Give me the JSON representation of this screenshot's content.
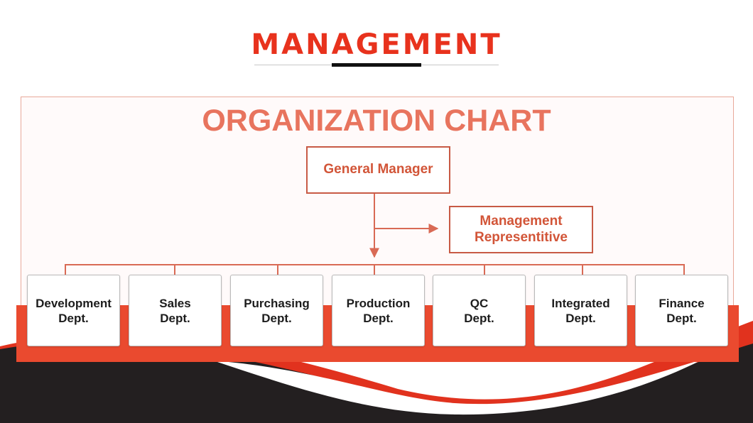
{
  "header": {
    "title": "MANAGEMENT"
  },
  "org_chart": {
    "title": "ORGANIZATION CHART",
    "general_manager": "General Manager",
    "management_rep": {
      "line1": "Management",
      "line2": "Representitive"
    },
    "departments": [
      {
        "line1": "Development",
        "line2": "Dept."
      },
      {
        "line1": "Sales",
        "line2": "Dept."
      },
      {
        "line1": "Purchasing",
        "line2": "Dept."
      },
      {
        "line1": "Production",
        "line2": "Dept."
      },
      {
        "line1": "QC",
        "line2": "Dept."
      },
      {
        "line1": "Integrated",
        "line2": "Dept."
      },
      {
        "line1": "Finance",
        "line2": "Dept."
      }
    ]
  },
  "colors": {
    "title_red": "#e8321d",
    "chart_accent": "#e8745e",
    "connector": "#d96a55",
    "band_orange": "#ea4a2f",
    "wave_dark": "#231f20"
  }
}
